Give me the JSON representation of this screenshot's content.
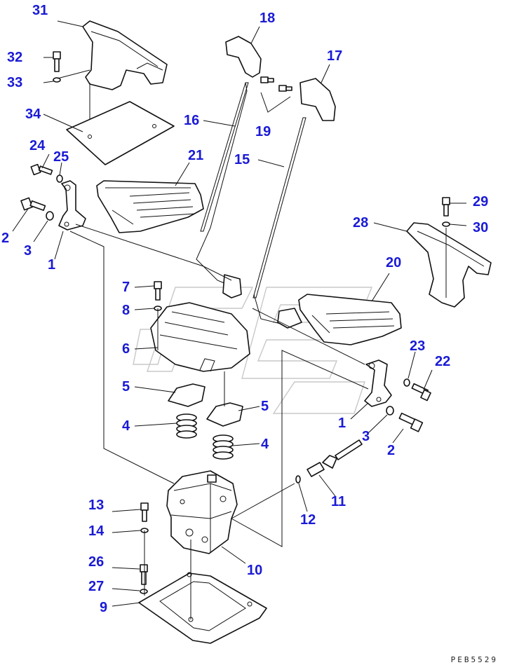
{
  "labels": [
    {
      "id": "p31",
      "text": "31"
    },
    {
      "id": "p32",
      "text": "32"
    },
    {
      "id": "p33",
      "text": "33"
    },
    {
      "id": "p34",
      "text": "34"
    },
    {
      "id": "p24",
      "text": "24"
    },
    {
      "id": "p25",
      "text": "25"
    },
    {
      "id": "p2a",
      "text": "2"
    },
    {
      "id": "p3a",
      "text": "3"
    },
    {
      "id": "p1a",
      "text": "1"
    },
    {
      "id": "p18",
      "text": "18"
    },
    {
      "id": "p17",
      "text": "17"
    },
    {
      "id": "p16",
      "text": "16"
    },
    {
      "id": "p19",
      "text": "19"
    },
    {
      "id": "p15",
      "text": "15"
    },
    {
      "id": "p21",
      "text": "21"
    },
    {
      "id": "p29",
      "text": "29"
    },
    {
      "id": "p28",
      "text": "28"
    },
    {
      "id": "p30",
      "text": "30"
    },
    {
      "id": "p20",
      "text": "20"
    },
    {
      "id": "p7",
      "text": "7"
    },
    {
      "id": "p8",
      "text": "8"
    },
    {
      "id": "p6",
      "text": "6"
    },
    {
      "id": "p5a",
      "text": "5"
    },
    {
      "id": "p5b",
      "text": "5"
    },
    {
      "id": "p4a",
      "text": "4"
    },
    {
      "id": "p4b",
      "text": "4"
    },
    {
      "id": "p23",
      "text": "23"
    },
    {
      "id": "p22",
      "text": "22"
    },
    {
      "id": "p1b",
      "text": "1"
    },
    {
      "id": "p3b",
      "text": "3"
    },
    {
      "id": "p2b",
      "text": "2"
    },
    {
      "id": "p11",
      "text": "11"
    },
    {
      "id": "p12",
      "text": "12"
    },
    {
      "id": "p13",
      "text": "13"
    },
    {
      "id": "p14",
      "text": "14"
    },
    {
      "id": "p10",
      "text": "10"
    },
    {
      "id": "p26",
      "text": "26"
    },
    {
      "id": "p27",
      "text": "27"
    },
    {
      "id": "p9",
      "text": "9"
    }
  ],
  "drawing_code": "PEB5529",
  "colors": {
    "callout": "#1a1ad6",
    "line": "#111111",
    "watermark": "#c8c8c8"
  }
}
